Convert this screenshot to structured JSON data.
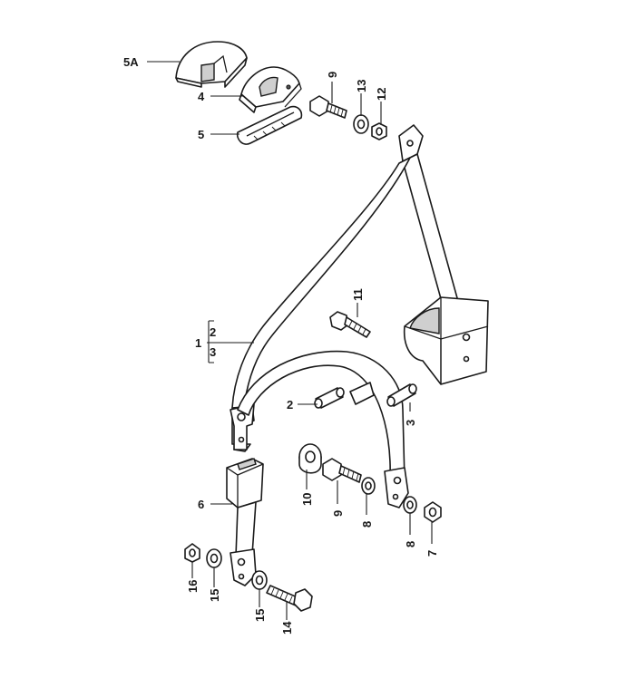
{
  "callouts": {
    "c5a": "5A",
    "c4": "4",
    "c5": "5",
    "c9a": "9",
    "c13": "13",
    "c12": "12",
    "c11": "11",
    "c1": "1",
    "c2a": "2",
    "c3a": "3",
    "c2b": "2",
    "c3b": "3",
    "c6": "6",
    "c10": "10",
    "c9b": "9",
    "c8a": "8",
    "c8b": "8",
    "c7": "7",
    "c16": "16",
    "c15a": "15",
    "c15b": "15",
    "c14": "14"
  }
}
